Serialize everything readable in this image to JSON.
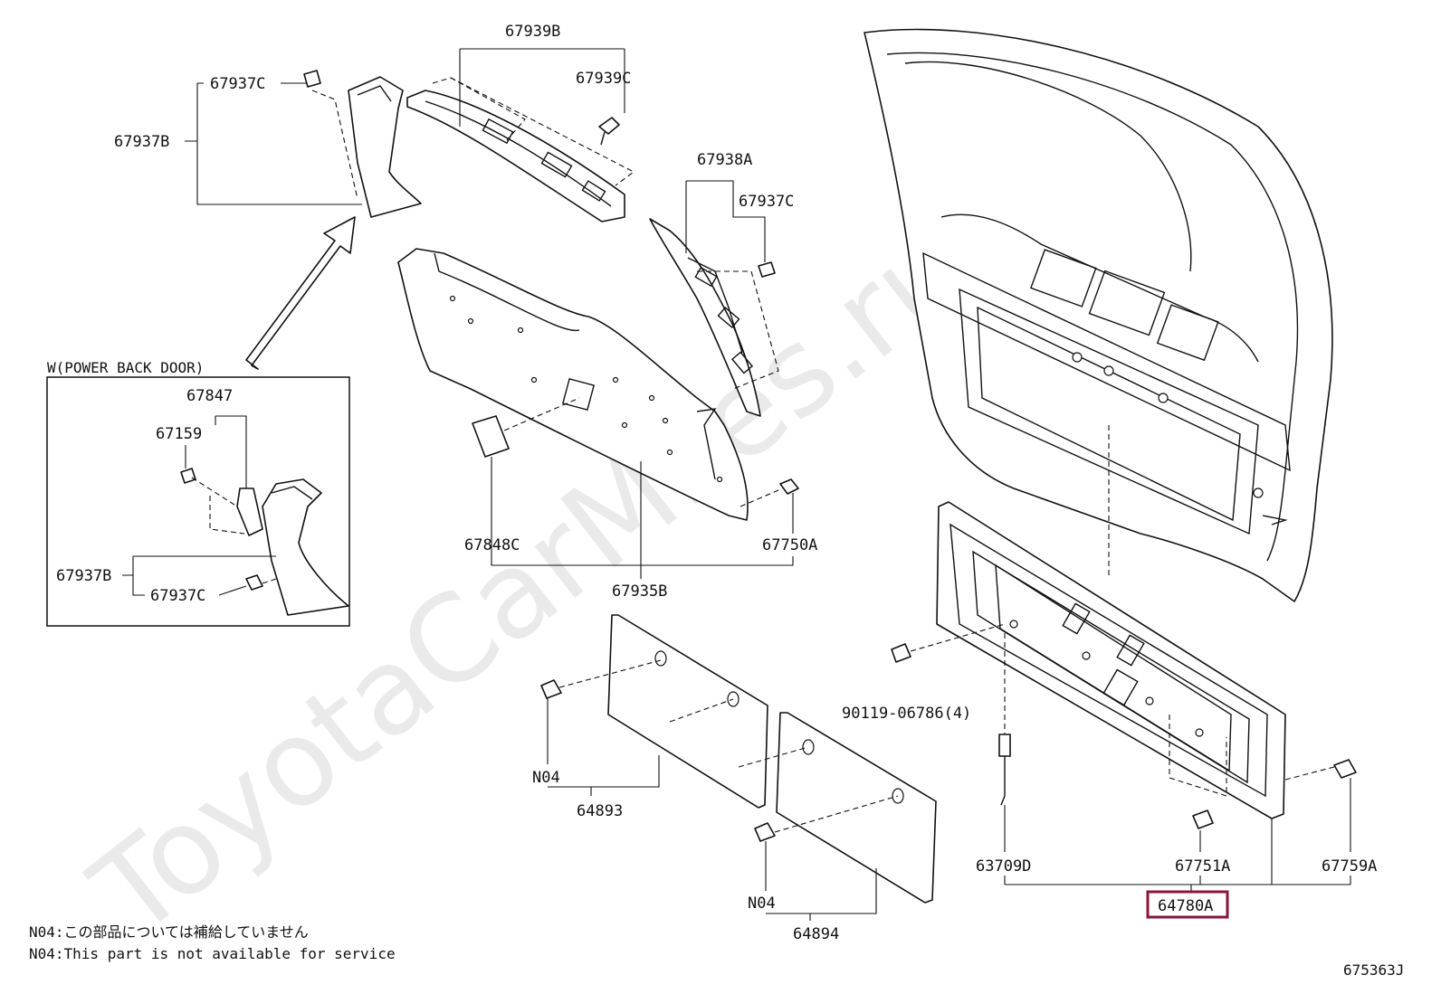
{
  "watermark": "ToyotaCarMiles.ru",
  "diagram_code": "675363J",
  "inset_title": "W(POWER BACK DOOR)",
  "highlight_color": "#8a1538",
  "labels": {
    "p67939B": "67939B",
    "p67937C_a": "67937C",
    "p67939C": "67939C",
    "p67937B_a": "67937B",
    "p67938A": "67938A",
    "p67937C_b": "67937C",
    "p67847": "67847",
    "p67159": "67159",
    "p67937B_b": "67937B",
    "p67937C_c": "67937C",
    "p67848C": "67848C",
    "p67750A": "67750A",
    "p67935B": "67935B",
    "p90119": "90119-06786(4)",
    "pN04_a": "N04",
    "p64893": "64893",
    "pN04_b": "N04",
    "p64894": "64894",
    "p63709D": "63709D",
    "p67751A": "67751A",
    "p67759A": "67759A",
    "p64780A": "64780A"
  },
  "notes": {
    "jp": "N04:この部品については補給していません",
    "en": "N04:This part is not available for service"
  }
}
